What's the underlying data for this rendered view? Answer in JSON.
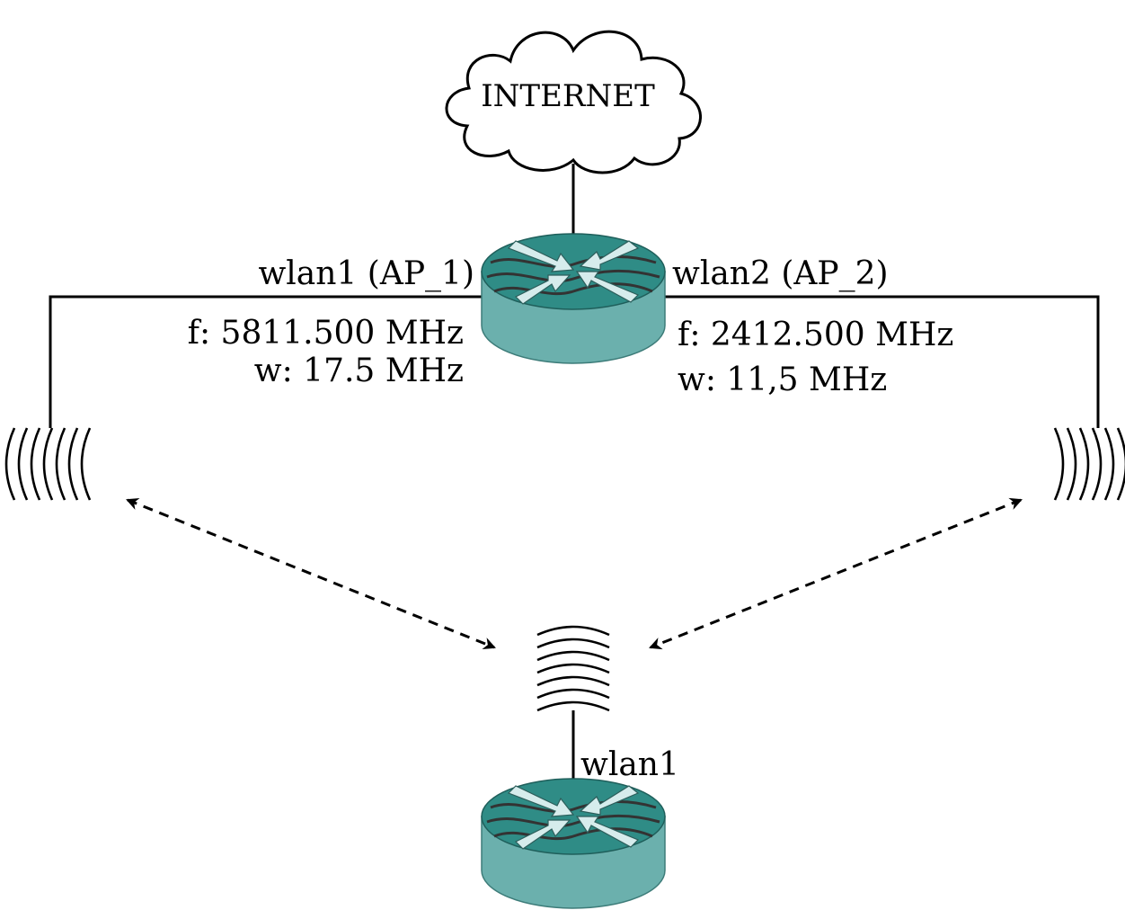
{
  "cloud": {
    "label": "INTERNET"
  },
  "main_router": {
    "left_interface": {
      "name": "wlan1 (AP_1)",
      "frequency": "f: 5811.500 MHz",
      "width": "w: 17.5 MHz"
    },
    "right_interface": {
      "name": "wlan2 (AP_2)",
      "frequency": "f: 2412.500 MHz",
      "width": "w: 11,5 MHz"
    }
  },
  "client_router": {
    "interface": "wlan1"
  },
  "colors": {
    "router_top": "#2f8c86",
    "router_side": "#6bb0ad",
    "arrow_fill": "#d6ecec",
    "wave": "#333333"
  },
  "icons": [
    "cloud-icon",
    "router-icon",
    "antenna-icon",
    "bidirectional-dashed-arrow"
  ]
}
